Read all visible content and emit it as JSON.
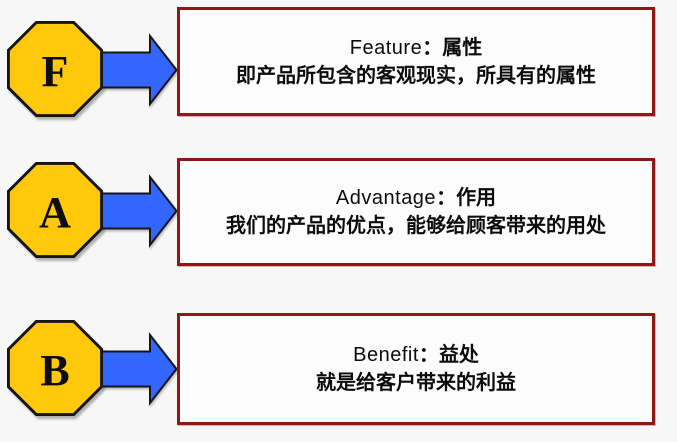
{
  "colors": {
    "bg": "#f7f7f7",
    "octagon_fill": "#ffc80a",
    "octagon_stroke": "#141414",
    "arrow_fill": "#3366fe",
    "arrow_stroke": "#161616",
    "box_border": "#8e1717"
  },
  "rows": [
    {
      "letter": "F",
      "title_en": "Feature",
      "title_sep": "：",
      "title_zh": "属性",
      "desc": "即产品所包含的客观现实，所具有的属性"
    },
    {
      "letter": "A",
      "title_en": "Advantage",
      "title_sep": "：",
      "title_zh": "作用",
      "desc": "我们的产品的优点，能够给顾客带来的用处"
    },
    {
      "letter": "B",
      "title_en": "Benefit",
      "title_sep": "：",
      "title_zh": "益处",
      "desc": "就是给客户带来的利益"
    }
  ]
}
